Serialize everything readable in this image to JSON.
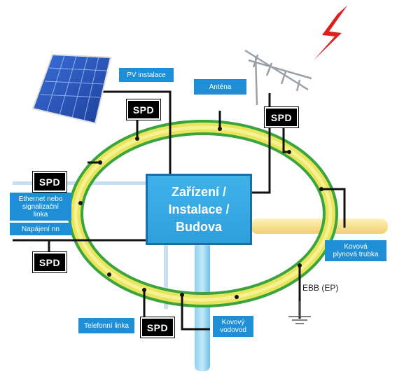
{
  "center": {
    "line1": "Zařízení /",
    "line2": "Instalace /",
    "line3": "Budova"
  },
  "labels": {
    "pv": "PV instalace",
    "antenna": "Anténa",
    "ethernet": "Ethernet nebo\nsignalizační\nlinka",
    "power": "Napájení nn",
    "telephone": "Telefonní linka",
    "water": "Kovový\nvodovod",
    "gas": "Kovová\nplynová trubka",
    "ebb": "EBB (EP)"
  },
  "spd": {
    "pv": "SPD",
    "antenna": "SPD",
    "ethernet": "SPD",
    "power": "SPD",
    "telephone": "SPD"
  },
  "colors": {
    "accent": "#1e8fd6",
    "ring_outer": "#2e9b3a",
    "ring_inner": "#f2ec6a",
    "lightning": "#e01f1f",
    "gas_pipe": "#f5e08a"
  }
}
